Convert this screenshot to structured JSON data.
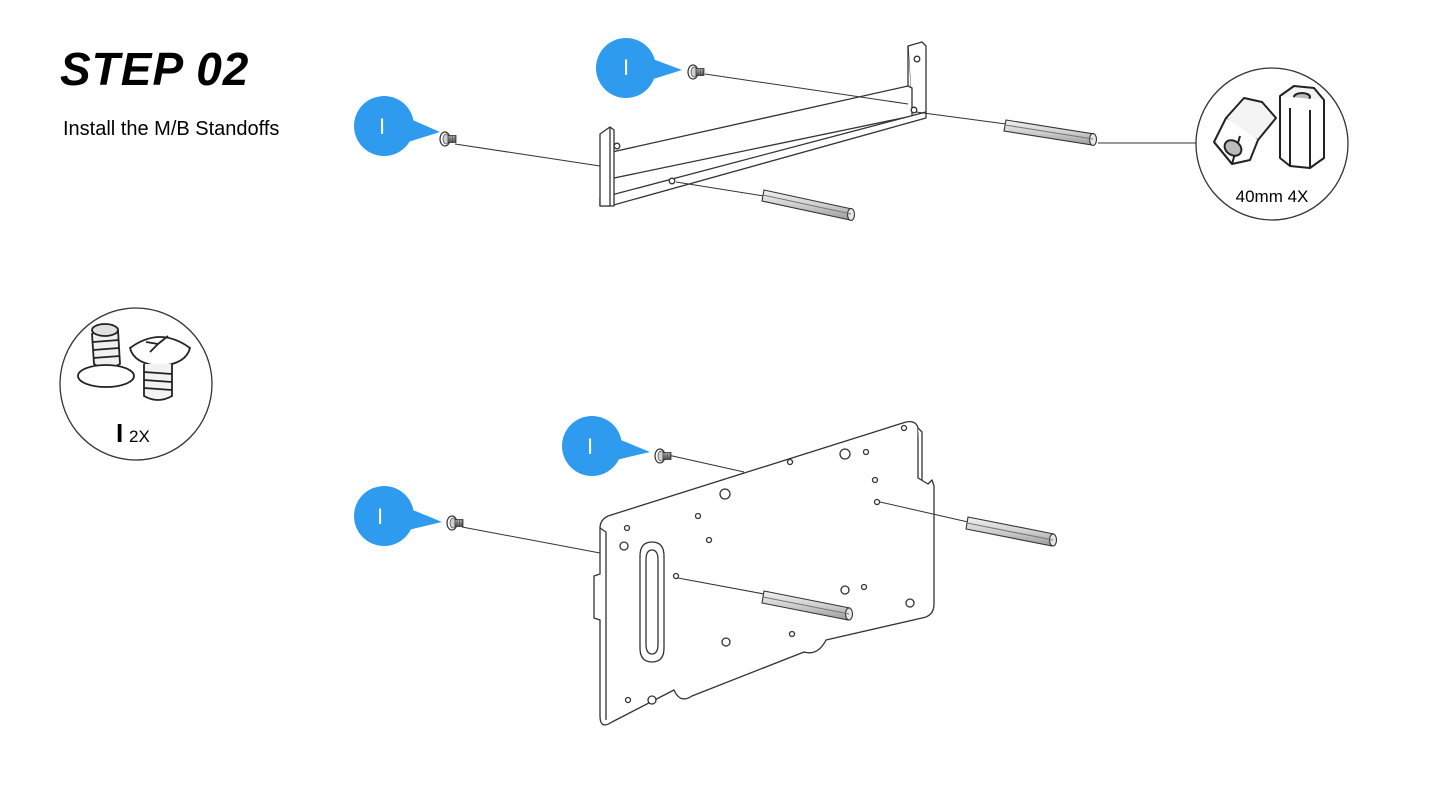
{
  "header": {
    "step_title": "STEP 02",
    "subtitle": "Install the M/B Standoffs"
  },
  "markers": {
    "screw_label": "I",
    "color": "#2E9BEF"
  },
  "inset_standoffs": {
    "caption": "40mm 4X",
    "icon": "standoff-icon"
  },
  "inset_screws": {
    "part_letter": "I",
    "quantity": "2X",
    "icon": "screw-icon"
  },
  "colors": {
    "line": "#333333",
    "part_fill": "#ffffff",
    "standoff_fill": "#d9d9d9",
    "screw_fill": "#9a9a9a"
  }
}
